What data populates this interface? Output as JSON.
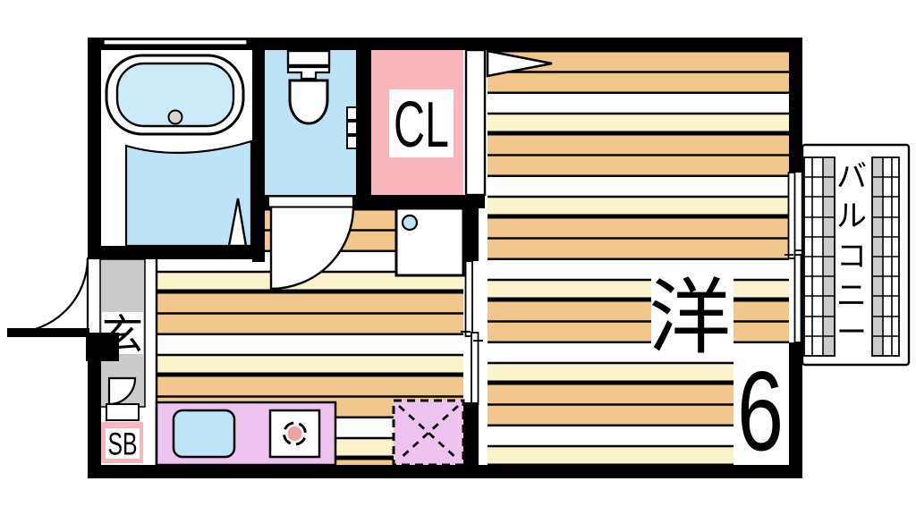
{
  "plan_type": "apartment-floor-plan",
  "rooms": {
    "western_room": {
      "kanji": "洋",
      "size": "6",
      "full_label": "洋6"
    },
    "closet": {
      "label": "CL"
    },
    "entrance": {
      "label": "玄"
    },
    "shoe_box": {
      "label": "SB"
    },
    "balcony": {
      "label": "バルコニー",
      "chars": [
        "バ",
        "ル",
        "コ",
        "ニ",
        "ー"
      ]
    }
  },
  "colors": {
    "wall": "#000000",
    "wood_tan": "#F2C78E",
    "wood_cream": "#FBF3CB",
    "wood_white": "#FFFFFF",
    "water_blue": "#BFE3F6",
    "bathtub_blue": "#CDEAF8",
    "closet_pink": "#F8B6BC",
    "kitchen_lavender": "#EEC3F0",
    "entrance_gray": "#CBCBCB",
    "balcony_gray": "#CCCCCC",
    "sink_blue": "#BEE4F6",
    "burner_pink": "#F2A0A0",
    "drain_gray": "#D9D5CF"
  }
}
